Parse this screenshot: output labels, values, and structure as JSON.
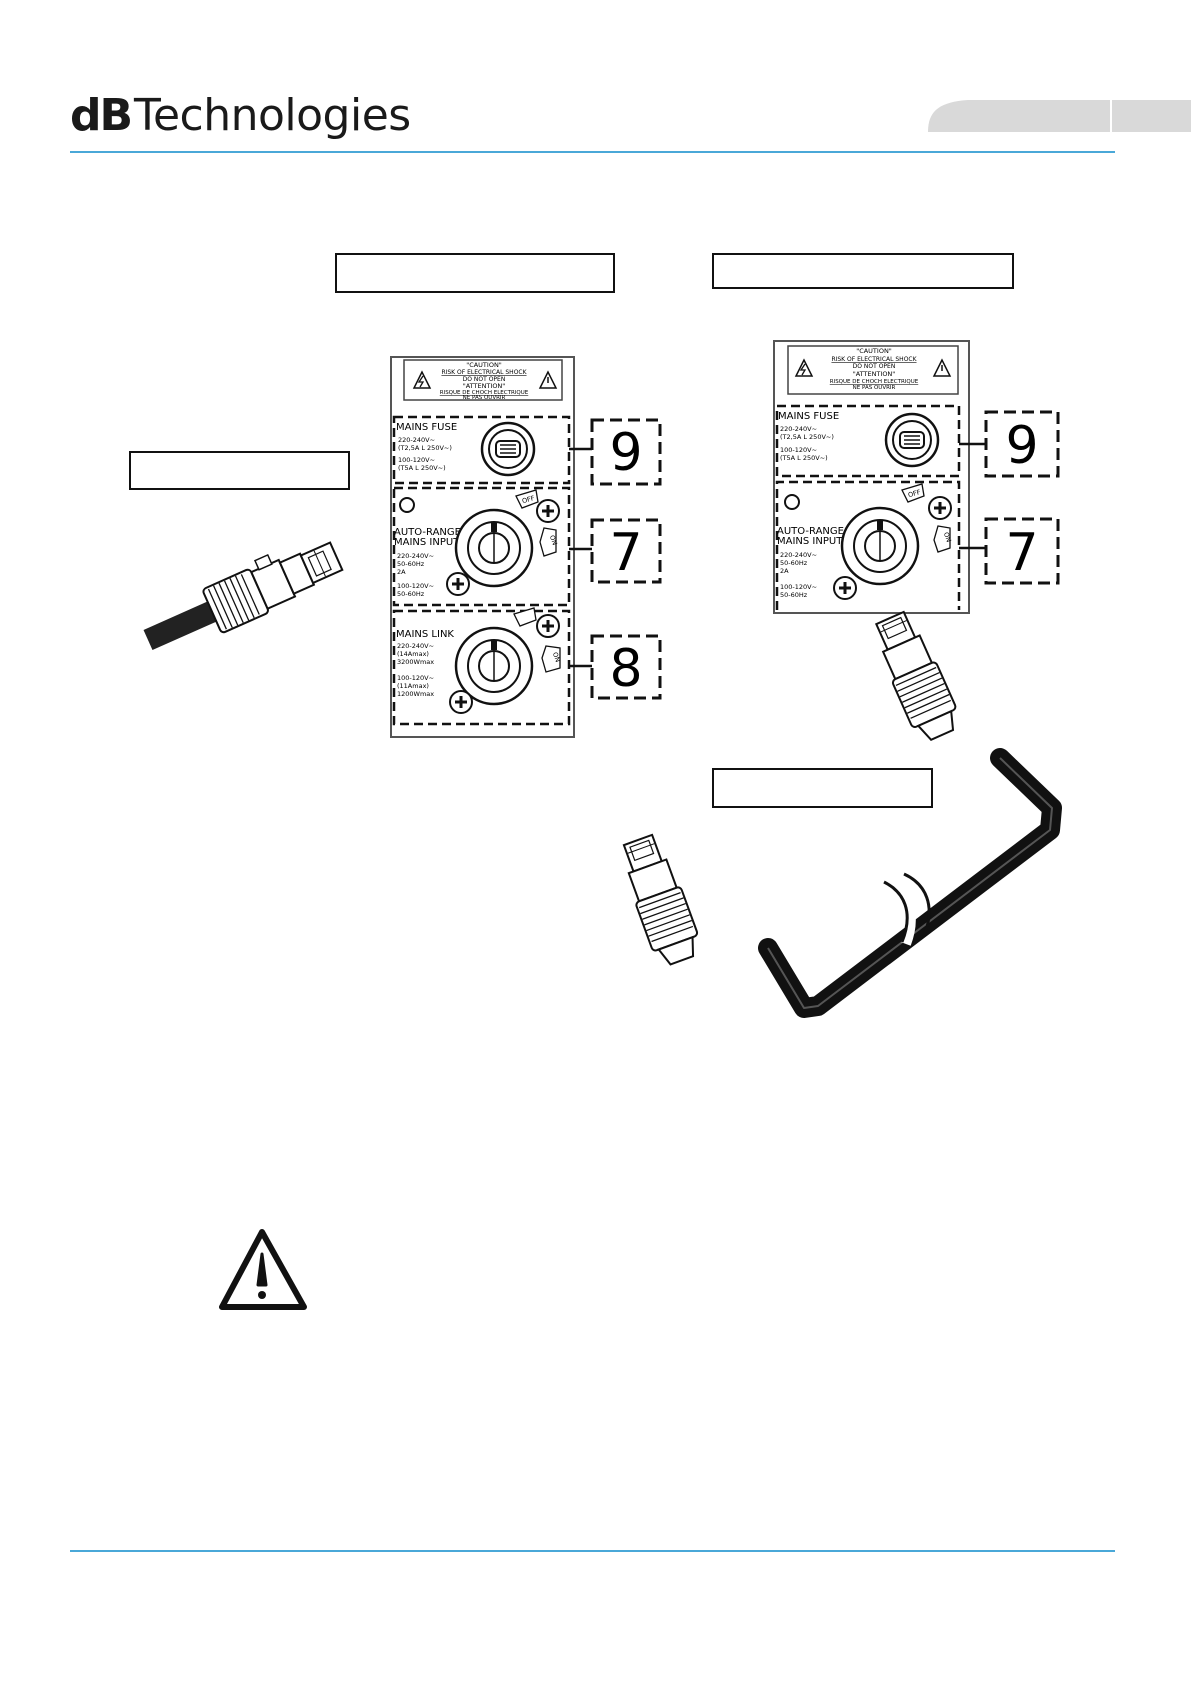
{
  "header": {
    "brand_bold": "dB",
    "brand_light": "Technologies"
  },
  "panel_left": {
    "caution_lines": [
      "\"CAUTION\"",
      "RISK OF ELECTRICAL SHOCK",
      "DO NOT OPEN",
      "\"ATTENTION\"",
      "RISQUE DE CHOCH ELECTRIQUE",
      "NE PAS OUVRIR"
    ],
    "fuse_title": "MAINS FUSE",
    "fuse_lines": [
      "220-240V~",
      "(T2,5A L 250V~)",
      "100-120V~",
      "(T5A L 250V~)"
    ],
    "input_title_1": "AUTO-RANGE",
    "input_title_2": "MAINS INPUT",
    "input_lines": [
      "220-240V~",
      "50-60Hz",
      "2A",
      "100-120V~",
      "50-60Hz"
    ],
    "link_title": "MAINS LINK",
    "link_lines": [
      "220-240V~",
      "(14Amax)",
      "3200Wmax",
      "100-120V~",
      "(11Amax)",
      "1200Wmax"
    ],
    "off_label": "OFF",
    "on_label": "ON",
    "callouts": [
      "9",
      "7",
      "8"
    ]
  },
  "panel_right": {
    "caution_lines": [
      "\"CAUTION\"",
      "RISK OF ELECTRICAL SHOCK",
      "DO NOT OPEN",
      "\"ATTENTION\"",
      "RISQUE DE CHOCH ELECTRIQUE",
      "NE PAS OUVRIR"
    ],
    "fuse_title": "MAINS FUSE",
    "fuse_lines": [
      "220-240V~",
      "(T2,5A L 250V~)",
      "100-120V~",
      "(T5A L 250V~)"
    ],
    "input_title_1": "AUTO-RANGE",
    "input_title_2": "MAINS INPUT",
    "input_lines": [
      "220-240V~",
      "50-60Hz",
      "2A",
      "100-120V~",
      "50-60Hz"
    ],
    "off_label": "OFF",
    "on_label": "ON",
    "callouts": [
      "9",
      "7"
    ]
  },
  "icons": {
    "warning": "warning-triangle-icon",
    "shock": "electric-shock-icon",
    "plus": "plus-screw-icon"
  },
  "colors": {
    "rule": "#4aa8d8",
    "line": "#111111",
    "tab": "#d9d9d9"
  }
}
